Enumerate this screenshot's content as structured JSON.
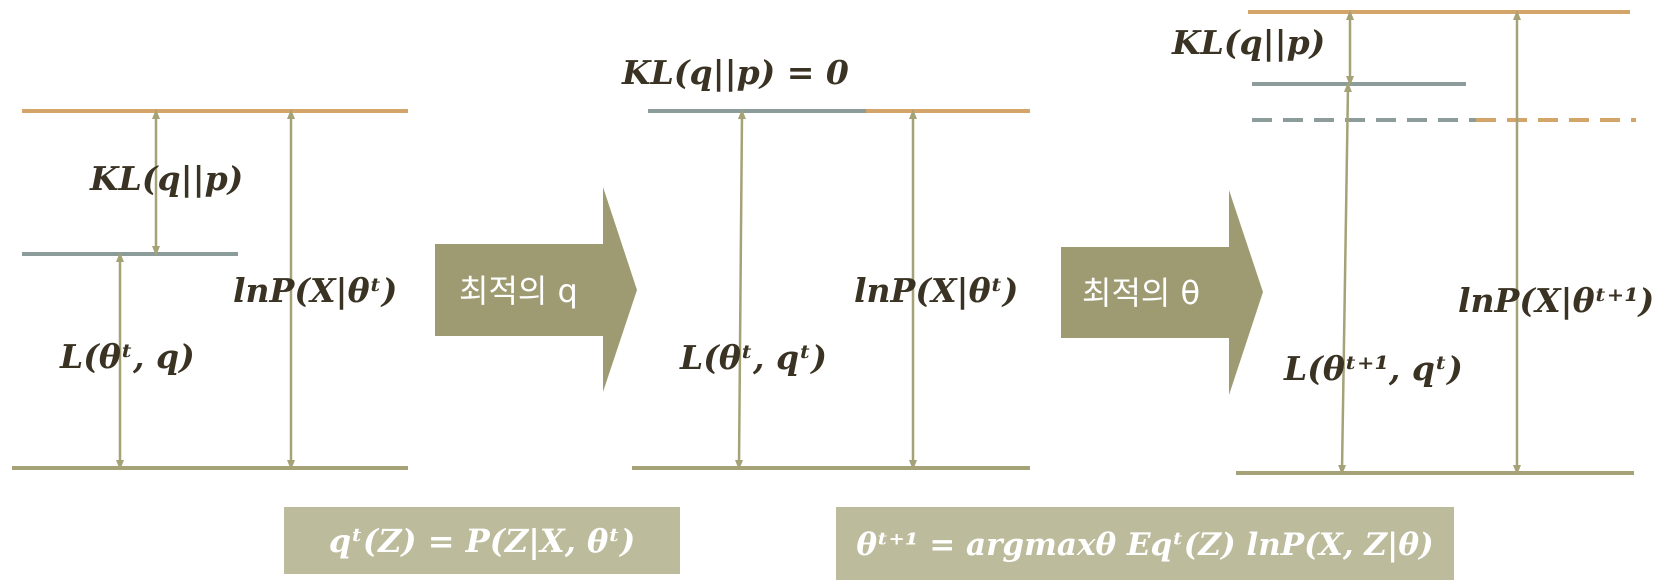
{
  "colors": {
    "orange": "#d4a56a",
    "gray": "#8c9c9a",
    "olive": "#a5a277",
    "olive_box": "#9e9b72",
    "formula_box": "#bcbb9c",
    "text": "#3a3324"
  },
  "panel1": {
    "kl_label": "KL(q||p)",
    "lower_bound_label": "L(θᵗ, q)",
    "log_likelihood_label": "lnP(X|θᵗ)"
  },
  "arrow1": {
    "label": "최적의 q"
  },
  "panel2": {
    "kl_zero_label": "KL(q||p) = 0",
    "lower_bound_label": "L(θᵗ, qᵗ)",
    "log_likelihood_label": "lnP(X|θᵗ)"
  },
  "arrow2": {
    "label": "최적의 θ"
  },
  "panel3": {
    "kl_label": "KL(q||p)",
    "lower_bound_label": "L(θᵗ⁺¹, qᵗ)",
    "log_likelihood_label": "lnP(X|θᵗ⁺¹)"
  },
  "formulas": {
    "e_step": "qᵗ(Z) = P(Z|X, θᵗ)",
    "m_step": "θᵗ⁺¹ = argmaxθ Eqᵗ(Z) lnP(X, Z|θ)"
  }
}
